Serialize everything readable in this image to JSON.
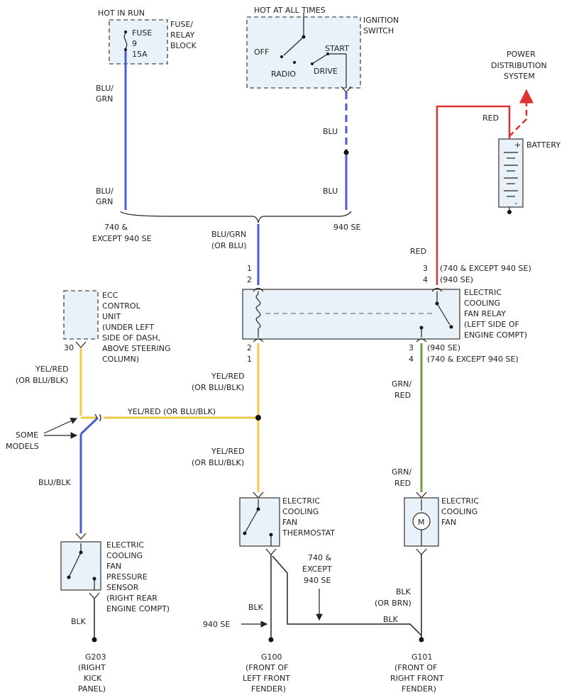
{
  "fuse": {
    "hot_label": "HOT IN RUN",
    "fuse_line1": "FUSE",
    "fuse_line2": "9",
    "fuse_line3": "15A",
    "block_line1": "FUSE/",
    "block_line2": "RELAY",
    "block_line3": "BLOCK"
  },
  "ignition": {
    "hot_label": "HOT AT ALL TIMES",
    "name_line1": "IGNITION",
    "name_line2": "SWITCH",
    "pos_off": "OFF",
    "pos_start": "START",
    "pos_radio": "RADIO",
    "pos_drive": "DRIVE"
  },
  "power": {
    "line1": "POWER",
    "line2": "DISTRIBUTION",
    "line3": "SYSTEM",
    "battery": "BATTERY",
    "plus": "+",
    "minus": "-"
  },
  "wires": {
    "fuse_top_line1": "BLU/",
    "fuse_top_line2": "GRN",
    "fuse_bot_line1": "BLU/",
    "fuse_bot_line2": "GRN",
    "ign_blu_top": "BLU",
    "ign_blu_bot": "BLU",
    "red_top": "RED",
    "red_mid": "RED",
    "splice_740_line1": "740 &",
    "splice_740_line2": "EXCEPT 940 SE",
    "splice_940": "940 SE",
    "relay_in_line1": "BLU/GRN",
    "relay_in_line2": "(OR BLU)",
    "ecc_yel_line1": "YEL/RED",
    "ecc_yel_line2": "(OR BLU/BLK)",
    "relay_yel_line1": "YEL/RED",
    "relay_yel_line2": "(OR BLU/BLK)",
    "horiz_yel": "YEL/RED (OR BLU/BLK)",
    "thermo_yel_line1": "YEL/RED",
    "thermo_yel_line2": "(OR BLU/BLK)",
    "grn_top_line1": "GRN/",
    "grn_top_line2": "RED",
    "grn_bot_line1": "GRN/",
    "grn_bot_line2": "RED",
    "blu_blk": "BLU/BLK",
    "some_line1": "SOME",
    "some_line2": "MODELS",
    "blk_sensor": "BLK",
    "blk_thermo": "BLK",
    "blk_gnd": "BLK",
    "blk_fan_line1": "BLK",
    "blk_fan_line2": "(OR BRN)",
    "se940_arrow": "940 SE",
    "exc_line1": "740 &",
    "exc_line2": "EXCEPT",
    "exc_line3": "940 SE"
  },
  "ecc": {
    "line1": "ECC",
    "line2": "CONTROL",
    "line3": "UNIT",
    "line4": "(UNDER LEFT",
    "line5": "SIDE OF DASH,",
    "line6": "ABOVE STEERING",
    "line7": "COLUMN)",
    "pin": "30"
  },
  "relay": {
    "pin1_top": "1",
    "pin2_top": "2",
    "pin3_top": "3",
    "pin4_top": "4",
    "pin3_top_note": "(740 & EXCEPT 940 SE)",
    "pin4_top_note": "(940 SE)",
    "pin2_bot": "2",
    "pin1_bot": "1",
    "pin3_bot": "3",
    "pin4_bot": "4",
    "pin3_bot_note": "(940 SE)",
    "pin4_bot_note": "(740 & EXCEPT 940 SE)",
    "line1": "ELECTRIC",
    "line2": "COOLING",
    "line3": "FAN RELAY",
    "line4": "(LEFT SIDE OF",
    "line5": "ENGINE COMPT)"
  },
  "sensor": {
    "line1": "ELECTRIC",
    "line2": "COOLING",
    "line3": "FAN",
    "line4": "PRESSURE",
    "line5": "SENSOR",
    "line6": "(RIGHT REAR",
    "line7": "ENGINE COMPT)"
  },
  "thermostat": {
    "line1": "ELECTRIC",
    "line2": "COOLING",
    "line3": "FAN",
    "line4": "THERMOSTAT"
  },
  "fan": {
    "line1": "ELECTRIC",
    "line2": "COOLING",
    "line3": "FAN",
    "motor": "M"
  },
  "grounds": {
    "g203_line1": "G203",
    "g203_line2": "(RIGHT",
    "g203_line3": "KICK",
    "g203_line4": "PANEL)",
    "g100_line1": "G100",
    "g100_line2": "(FRONT OF",
    "g100_line3": "LEFT FRONT",
    "g100_line4": "FENDER)",
    "g101_line1": "G101",
    "g101_line2": "(FRONT OF",
    "g101_line3": "RIGHT FRONT",
    "g101_line4": "FENDER)"
  }
}
